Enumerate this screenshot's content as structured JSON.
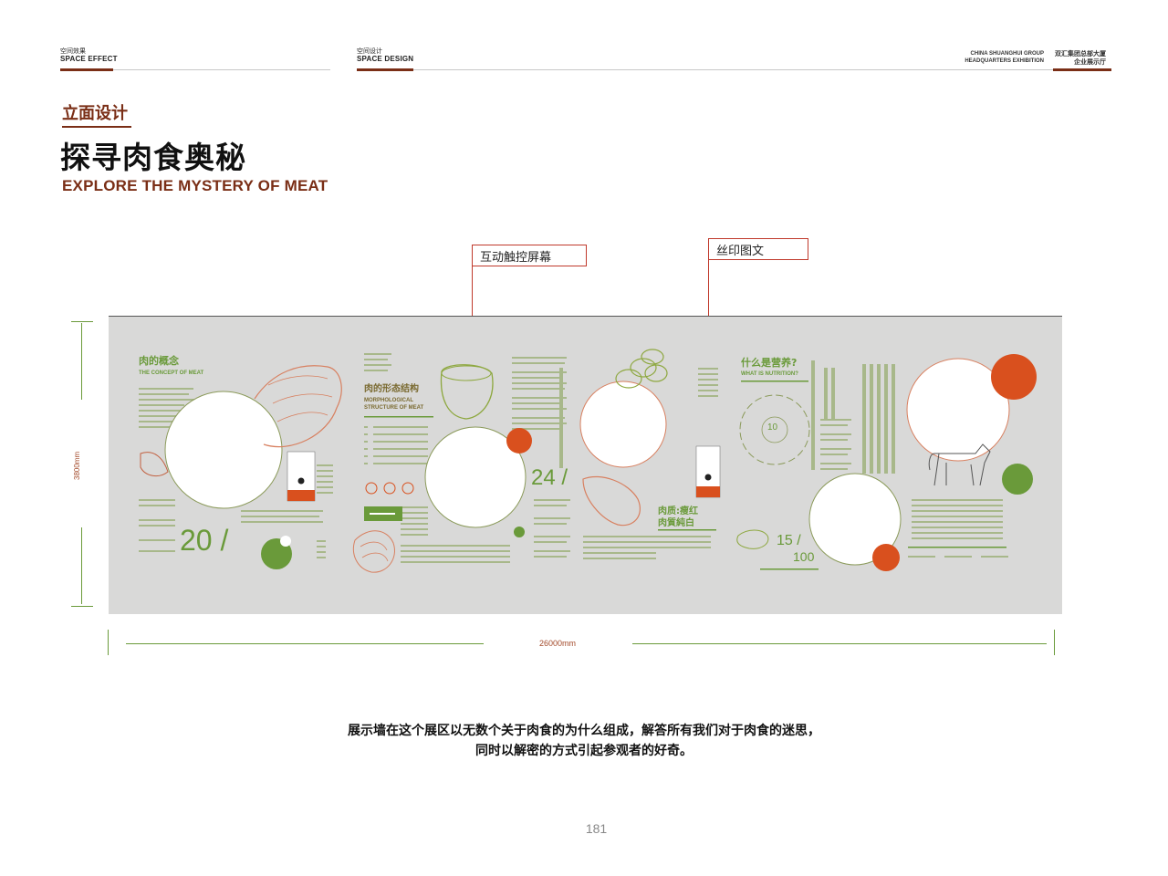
{
  "header": {
    "left": {
      "cn": "空间效果",
      "en": "SPACE EFFECT"
    },
    "center": {
      "cn": "空间设计",
      "en": "SPACE DESIGN"
    },
    "right_en_1": "CHINA SHUANGHUI GROUP",
    "right_en_2": "HEADQUARTERS EXHIBITION",
    "right_cn_1": "双汇集团总部大厦",
    "right_cn_2": "企业展示厅"
  },
  "section_title": "立面设计",
  "main_title": "探寻肉食奥秘",
  "main_title_en": "EXPLORE THE MYSTERY OF MEAT",
  "callouts": {
    "touch_screen": "互动触控屏幕",
    "silk_print": "丝印图文"
  },
  "wall": {
    "panel1_title": "肉的概念",
    "panel1_sub": "THE CONCEPT OF MEAT",
    "panel1_number": "20 /",
    "panel2_title": "肉的形态结构",
    "panel2_sub1": "MORPHOLOGICAL",
    "panel2_sub2": "STRUCTURE OF MEAT",
    "panel2_number": "24 /",
    "panel3_title1": "肉质:瘦红",
    "panel3_title2": "肉質純白",
    "panel4_title": "什么是营养?",
    "panel4_sub": "WHAT IS NUTRITION?",
    "panel4_center": "10",
    "panel4_number1": "15 /",
    "panel4_number2": "100"
  },
  "dimensions": {
    "height_label": "3800mm",
    "width_label": "26000mm"
  },
  "caption": {
    "line1": "展示墙在这个展区以无数个关于肉食的为什么组成，解答所有我们对于肉食的迷思，",
    "line2": "同时以解密的方式引起参观者的好奇。"
  },
  "page_number": "181",
  "colors": {
    "brand_brown": "#7a2e16",
    "green": "#6a9a3a",
    "orange_red": "#d9501e",
    "wall_gray": "#d9d9d8"
  }
}
